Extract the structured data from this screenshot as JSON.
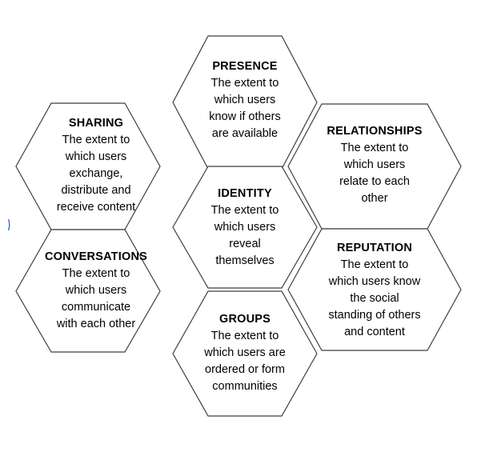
{
  "diagram": {
    "hexagons": [
      {
        "id": "presence",
        "title": "PRESENCE",
        "lines": [
          "The extent to",
          "which users",
          "know if others",
          "are available"
        ]
      },
      {
        "id": "sharing",
        "title": "SHARING",
        "lines": [
          "The extent to",
          "which users",
          "exchange,",
          "distribute and",
          "receive content"
        ]
      },
      {
        "id": "relationships",
        "title": "RELATIONSHIPS",
        "lines": [
          "The extent to",
          "which users",
          "relate to each",
          "other"
        ]
      },
      {
        "id": "identity",
        "title": "IDENTITY",
        "lines": [
          "The extent to",
          "which users",
          "reveal",
          "themselves"
        ]
      },
      {
        "id": "conversations",
        "title": "CONVERSATIONS",
        "lines": [
          "The extent to",
          "which users",
          "communicate",
          "with each other"
        ]
      },
      {
        "id": "reputation",
        "title": "REPUTATION",
        "lines": [
          "The extent to",
          "which users know",
          "the social",
          "standing of others",
          "and content"
        ]
      },
      {
        "id": "groups",
        "title": "GROUPS",
        "lines": [
          "The extent to",
          "which users are",
          "ordered or form",
          "communities"
        ]
      }
    ],
    "colors": {
      "hex_fill": "#ffffff",
      "hex_stroke": "#3f3f3f",
      "text": "#000000",
      "edge_mark": "#2f6fd6"
    }
  }
}
